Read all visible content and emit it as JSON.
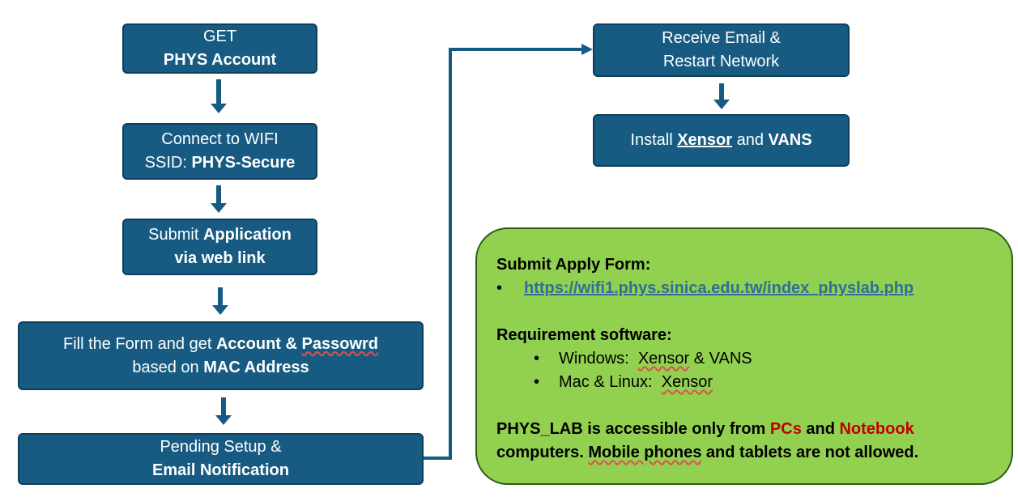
{
  "steps": {
    "get_account": {
      "line1": "GET",
      "line2": "PHYS Account"
    },
    "connect_wifi": {
      "line1": "Connect to WIFI",
      "line2_prefix": "SSID: ",
      "line2_bold": "PHYS-Secure"
    },
    "submit_application": {
      "line1_prefix": "Submit ",
      "line1_bold": "Application",
      "line2": "via web link"
    },
    "fill_form": {
      "line1_prefix": "Fill the Form and get ",
      "line1_bold": "Account & ",
      "line1_bold_sq": "Passowrd",
      "line2_prefix": "based on ",
      "line2_bold": "MAC Address"
    },
    "pending_setup": {
      "line1": "Pending Setup &",
      "line2": "Email Notification"
    },
    "receive_email": {
      "line1": "Receive Email &",
      "line2": "Restart Network"
    },
    "install": {
      "prefix": "Install ",
      "xensor": "Xensor",
      "mid": " and ",
      "vans": "VANS"
    }
  },
  "info_panel": {
    "apply_heading": "Submit Apply Form:",
    "bullet_char": "•",
    "sub_bullet_char": "•",
    "apply_link": "https://wifi1.phys.sinica.edu.tw/index_physlab.php",
    "req_heading": "Requirement software:",
    "req_windows_prefix": "Windows:  ",
    "req_windows_xensor": "Xensor",
    "req_windows_suffix": " & VANS",
    "req_mac_prefix": "Mac & Linux:  ",
    "req_mac_xensor": "Xensor",
    "note_part1": "PHYS_LAB is accessible only from ",
    "note_pcs": "PCs",
    "note_and": " and ",
    "note_notebook": "Notebook",
    "note_line2_prefix": "computers. ",
    "note_mobile": "Mobile phones",
    "note_line2_suffix": " and tablets are not allowed."
  },
  "colors": {
    "box_fill": "#175b82",
    "panel_fill": "#92d050",
    "link": "#2f6f99",
    "emphasis_red": "#c00000"
  }
}
